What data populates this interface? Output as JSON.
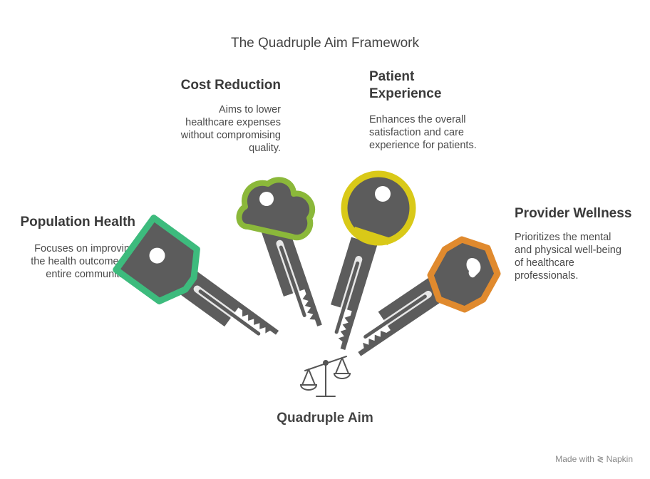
{
  "title": "The Quadruple Aim Framework",
  "center_label": "Quadruple Aim",
  "footer": "Made with ≷ Napkin",
  "items": [
    {
      "heading": "Population Health",
      "description": [
        "Focuses on improving",
        "the health outcomes of",
        "entire communities."
      ],
      "color": "#3dbb7d"
    },
    {
      "heading": "Cost Reduction",
      "description": [
        "Aims to lower",
        "healthcare expenses",
        "without compromising",
        "quality."
      ],
      "color": "#8bb83a"
    },
    {
      "heading": "Patient Experience",
      "description": [
        "Enhances the overall",
        "satisfaction and care",
        "experience for patients."
      ],
      "color": "#d9c918"
    },
    {
      "heading": "Provider Wellness",
      "description": [
        "Prioritizes the mental",
        "and physical well-being",
        "of healthcare",
        "professionals."
      ],
      "color": "#e08a2e"
    }
  ],
  "icons": {
    "key_1": "key-icon",
    "key_2": "key-icon",
    "key_3": "key-icon",
    "key_4": "key-icon",
    "center": "balance-scale-icon"
  }
}
